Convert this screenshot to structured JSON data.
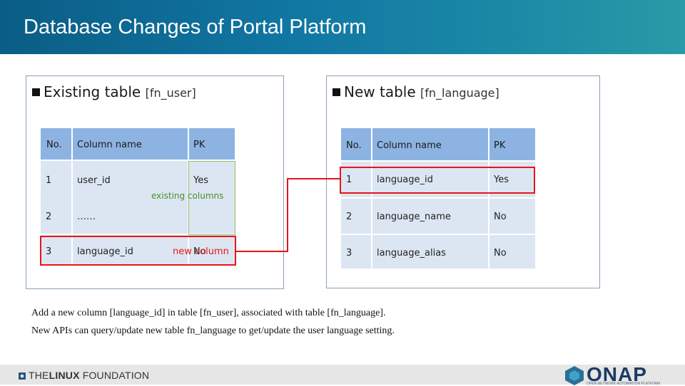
{
  "header": {
    "title": "Database Changes of Portal Platform"
  },
  "left_panel": {
    "heading": "Existing table",
    "table_name": "[fn_user]",
    "columns": [
      "No.",
      "Column name",
      "PK"
    ],
    "rows": [
      [
        "1",
        "user_id",
        "Yes"
      ],
      [
        "2",
        "……",
        ""
      ],
      [
        "3",
        "language_id",
        "No"
      ]
    ]
  },
  "right_panel": {
    "heading": "New table",
    "table_name": "[fn_language]",
    "columns": [
      "No.",
      "Column name",
      "PK"
    ],
    "rows": [
      [
        "1",
        "language_id",
        "Yes"
      ],
      [
        "2",
        "language_name",
        "No"
      ],
      [
        "3",
        "language_alias",
        "No"
      ]
    ]
  },
  "annotations": {
    "existing_columns": "existing columns",
    "new_column": "new column"
  },
  "notes": [
    "Add a new column [language_id] in table [fn_user], associated with table [fn_language].",
    "New APIs can query/update new table fn_language to get/update the user language setting."
  ],
  "footer": {
    "left_logo": "THELINUX FOUNDATION",
    "left_logo_parts": [
      "THE",
      "LINUX",
      " FOUNDATION"
    ],
    "right_logo": "ONAP",
    "right_logo_sub": "OPEN NETWORK AUTOMATION PLATFORM"
  },
  "colors": {
    "header_bg": "#0a5d86",
    "table_header": "#8db3e2",
    "table_body": "#dce6f2",
    "highlight": "#e8141a",
    "annotation_existing": "#4a8f2a"
  }
}
